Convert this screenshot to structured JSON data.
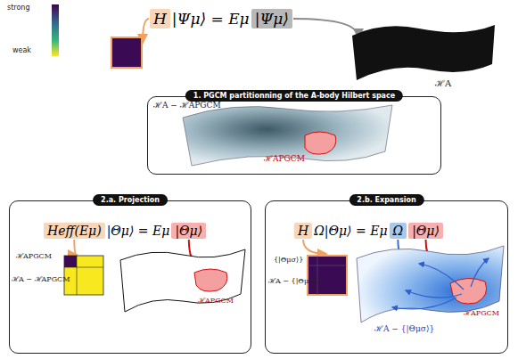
{
  "diagram": {
    "nodes": [
      {
        "text": [
          "H"
        ]
      },
      {
        "text": [
          "|Ψμ⟩"
        ]
      },
      {
        "text": [
          "1. PGCM partitionning of the A-body Hilbert space"
        ]
      },
      {
        "text": [
          "2.a. Projection"
        ]
      },
      {
        "text": [
          "Heff(Eμ)"
        ],
        "in": 3
      },
      {
        "text": [
          "|Θμ⟩"
        ],
        "in": 3
      },
      {
        "text": [
          "2.b. Expansion"
        ]
      },
      {
        "text": [
          "H"
        ],
        "in": 6
      },
      {
        "text": [
          "Ω"
        ],
        "in": 6
      },
      {
        "text": [
          "|Θμ⟩"
        ],
        "in": 6
      }
    ],
    "labels": [
      "strong",
      "weak",
      "|Ψμ⟩ = Eμ",
      "ℋA",
      "ℋA − ℋAPGCM",
      "ℋAPGCM",
      "|Θμ⟩ = Eμ",
      "ℋAPGCM",
      "ℋA − ℋAPGCM",
      "ℋAPGCM",
      "Ω|Θμ⟩ = Eμ",
      "{|Θμσ⟩}",
      "ℋA − {|Θμσ⟩}",
      "ℋA − {|Θμσ⟩}",
      "ℋAPGCM"
    ]
  }
}
